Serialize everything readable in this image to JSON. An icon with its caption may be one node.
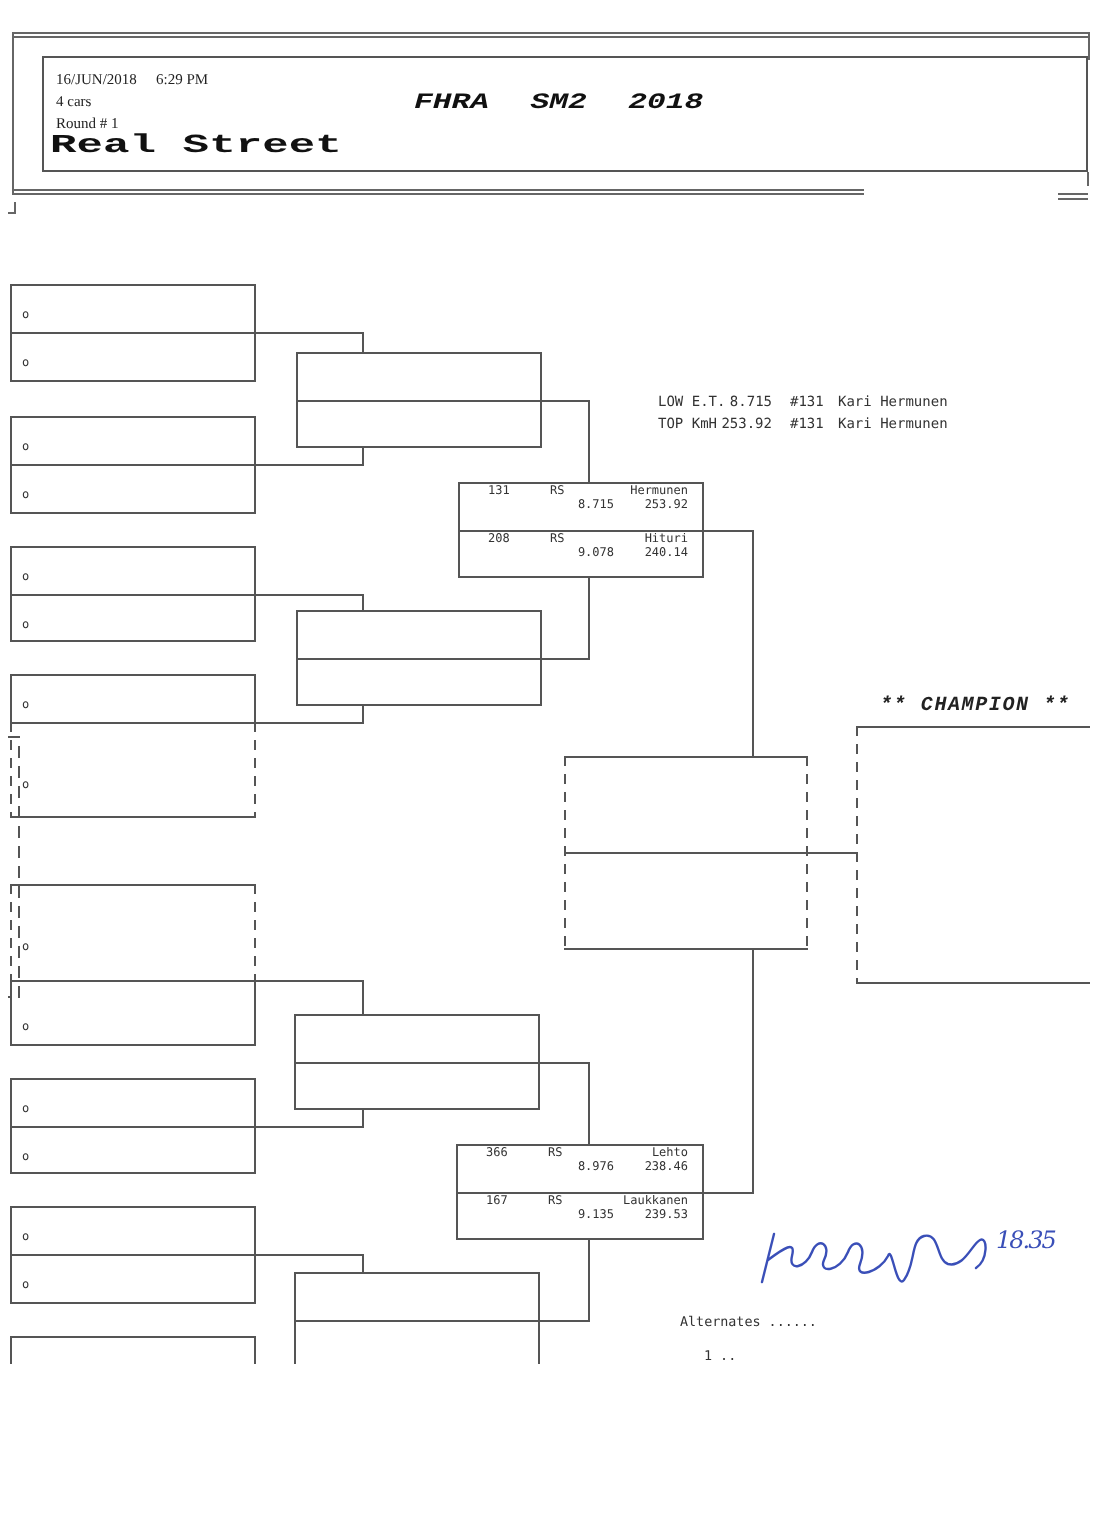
{
  "diagram": {
    "nodes": [
      {
        "text": [
          "16/JUN/2018",
          "6:29 PM",
          "4 cars",
          "Round # 1",
          "Real Street",
          "FHRA SM2 2018"
        ]
      },
      {
        "text": [
          "o",
          "o"
        ]
      },
      {
        "text": [
          "o",
          "o"
        ]
      },
      {
        "text": [
          "o",
          "o"
        ]
      },
      {
        "text": [
          "o",
          "o"
        ]
      },
      {
        "text": [
          "o",
          "o"
        ]
      },
      {
        "text": [
          "o",
          "o"
        ]
      },
      {
        "text": [
          "o",
          "o"
        ]
      },
      {
        "text": [],
        "shape": "box"
      },
      {
        "text": [],
        "shape": "box"
      },
      {
        "text": [],
        "shape": "box"
      },
      {
        "text": [],
        "shape": "box"
      },
      {
        "text": [],
        "shape": "box"
      },
      {
        "text": [
          "131",
          "RS",
          "Hermunen",
          "8.715",
          "253.92",
          "208",
          "RS",
          "Hituri",
          "9.078",
          "240.14"
        ]
      },
      {
        "text": [
          "366",
          "RS",
          "Lehto",
          "8.976",
          "238.46",
          "167",
          "RS",
          "Laukkanen",
          "9.135",
          "239.53"
        ]
      },
      {
        "text": [],
        "shape": "box"
      },
      {
        "text": [
          "** CHAMPION **"
        ]
      }
    ],
    "edges": [
      {
        "from": 1,
        "to": 9,
        "arrow": "none"
      },
      {
        "from": 2,
        "to": 9,
        "arrow": "none"
      },
      {
        "from": 3,
        "to": 10,
        "arrow": "none"
      },
      {
        "from": 4,
        "to": 10,
        "arrow": "none"
      },
      {
        "from": 5,
        "to": 11,
        "arrow": "none"
      },
      {
        "from": 6,
        "to": 11,
        "arrow": "none"
      },
      {
        "from": 7,
        "to": 12,
        "arrow": "none"
      },
      {
        "from": 9,
        "to": 13,
        "arrow": "none"
      },
      {
        "from": 10,
        "to": 13,
        "arrow": "none"
      },
      {
        "from": 11,
        "to": 14,
        "arrow": "none"
      },
      {
        "from": 12,
        "to": 14,
        "arrow": "none"
      },
      {
        "from": 13,
        "to": 15,
        "arrow": "none"
      },
      {
        "from": 14,
        "to": 15,
        "arrow": "none"
      },
      {
        "from": 15,
        "to": 16,
        "arrow": "none"
      }
    ],
    "labels": [
      "LOW E.T.",
      "8.715",
      "#131",
      "Kari Hermunen",
      "TOP KmH",
      "253.92",
      "#131",
      "Kari Hermunen",
      "Alternates ......",
      "1 ..",
      "18.35"
    ]
  }
}
